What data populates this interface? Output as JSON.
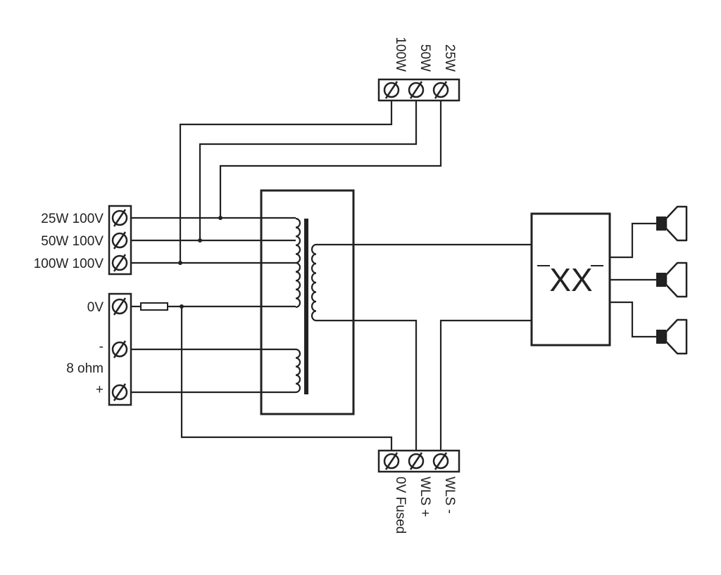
{
  "colors": {
    "line": "#222222",
    "background": "#ffffff"
  },
  "top_terminal": {
    "labels": [
      "100W",
      "50W",
      "25W"
    ]
  },
  "input_terminals": {
    "labels": [
      "25W 100V",
      "50W 100V",
      "100W 100V"
    ]
  },
  "speaker_terminals": {
    "zero_label": "0V",
    "minus_label": "-",
    "impedance_label": "8 ohm",
    "plus_label": "+"
  },
  "bottom_terminal": {
    "labels": [
      "0V Fused",
      "WLS +",
      "WLS -"
    ]
  },
  "crossover": {
    "label": "XX"
  },
  "icons": {
    "terminal": "screw-terminal-icon",
    "speaker": "loudspeaker-icon",
    "fuse": "fuse-icon",
    "junction": "junction-dot-icon"
  }
}
